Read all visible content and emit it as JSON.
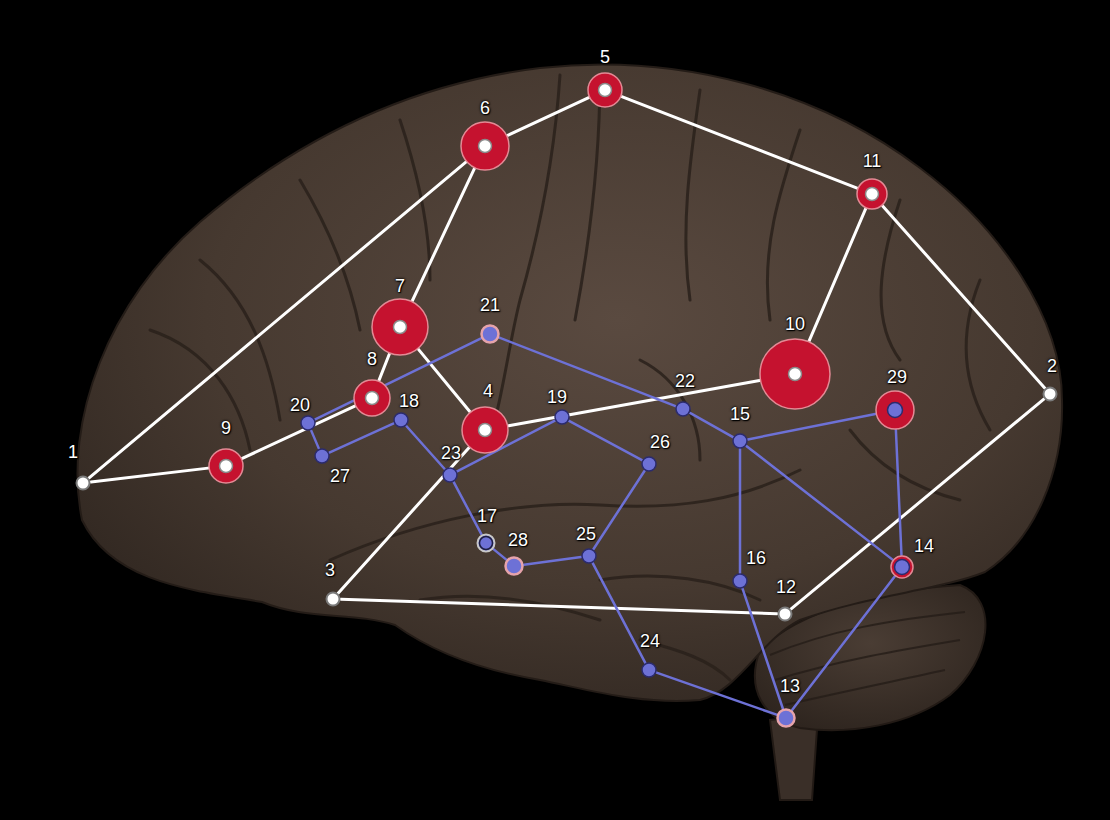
{
  "diagram": {
    "nodes": [
      {
        "text": [
          "1"
        ]
      },
      {
        "text": [
          "2"
        ]
      },
      {
        "text": [
          "3"
        ]
      },
      {
        "text": [
          "4"
        ]
      },
      {
        "text": [
          "5"
        ]
      },
      {
        "text": [
          "6"
        ]
      },
      {
        "text": [
          "7"
        ]
      },
      {
        "text": [
          "8"
        ]
      },
      {
        "text": [
          "9"
        ]
      },
      {
        "text": [
          "10"
        ]
      },
      {
        "text": [
          "11"
        ]
      },
      {
        "text": [
          "12"
        ]
      },
      {
        "text": [
          "13"
        ]
      },
      {
        "text": [
          "14"
        ]
      },
      {
        "text": [
          "15"
        ]
      },
      {
        "text": [
          "16"
        ]
      },
      {
        "text": [
          "17"
        ]
      },
      {
        "text": [
          "18"
        ]
      },
      {
        "text": [
          "19"
        ]
      },
      {
        "text": [
          "20"
        ]
      },
      {
        "text": [
          "21"
        ]
      },
      {
        "text": [
          "22"
        ]
      },
      {
        "text": [
          "23"
        ]
      },
      {
        "text": [
          "24"
        ]
      },
      {
        "text": [
          "25"
        ]
      },
      {
        "text": [
          "26"
        ]
      },
      {
        "text": [
          "27"
        ]
      },
      {
        "text": [
          "28"
        ]
      },
      {
        "text": [
          "29"
        ]
      }
    ],
    "edges": [
      {
        "from": 0,
        "to": 5,
        "arrow": "none"
      },
      {
        "from": 0,
        "to": 8,
        "arrow": "none"
      },
      {
        "from": 5,
        "to": 4,
        "arrow": "none"
      },
      {
        "from": 4,
        "to": 10,
        "arrow": "none"
      },
      {
        "from": 5,
        "to": 6,
        "arrow": "none"
      },
      {
        "from": 6,
        "to": 7,
        "arrow": "none"
      },
      {
        "from": 7,
        "to": 8,
        "arrow": "none"
      },
      {
        "from": 6,
        "to": 3,
        "arrow": "none"
      },
      {
        "from": 3,
        "to": 9,
        "arrow": "none"
      },
      {
        "from": 9,
        "to": 10,
        "arrow": "none"
      },
      {
        "from": 10,
        "to": 1,
        "arrow": "none"
      },
      {
        "from": 1,
        "to": 11,
        "arrow": "none"
      },
      {
        "from": 11,
        "to": 2,
        "arrow": "none"
      },
      {
        "from": 2,
        "to": 3,
        "arrow": "none"
      },
      {
        "from": 19,
        "to": 20,
        "arrow": "none"
      },
      {
        "from": 19,
        "to": 26,
        "arrow": "none"
      },
      {
        "from": 26,
        "to": 17,
        "arrow": "none"
      },
      {
        "from": 17,
        "to": 22,
        "arrow": "none"
      },
      {
        "from": 22,
        "to": 16,
        "arrow": "none"
      },
      {
        "from": 16,
        "to": 27,
        "arrow": "none"
      },
      {
        "from": 27,
        "to": 24,
        "arrow": "none"
      },
      {
        "from": 24,
        "to": 25,
        "arrow": "none"
      },
      {
        "from": 25,
        "to": 18,
        "arrow": "none"
      },
      {
        "from": 18,
        "to": 22,
        "arrow": "none"
      },
      {
        "from": 20,
        "to": 21,
        "arrow": "none"
      },
      {
        "from": 21,
        "to": 14,
        "arrow": "none"
      },
      {
        "from": 14,
        "to": 28,
        "arrow": "none"
      },
      {
        "from": 14,
        "to": 15,
        "arrow": "none"
      },
      {
        "from": 14,
        "to": 13,
        "arrow": "none"
      },
      {
        "from": 15,
        "to": 12,
        "arrow": "none"
      },
      {
        "from": 12,
        "to": 13,
        "arrow": "none"
      },
      {
        "from": 13,
        "to": 28,
        "arrow": "none"
      },
      {
        "from": 24,
        "to": 23,
        "arrow": "none"
      },
      {
        "from": 23,
        "to": 12,
        "arrow": "none"
      }
    ]
  }
}
